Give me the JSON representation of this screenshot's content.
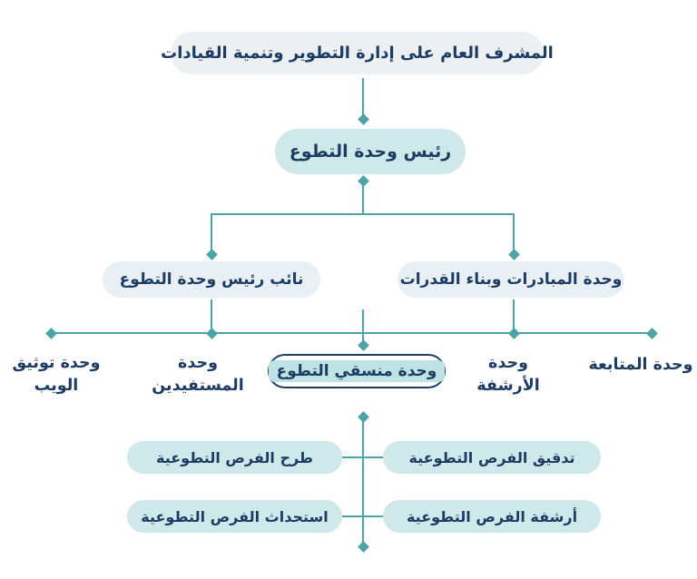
{
  "palette": {
    "background": "#ffffff",
    "text_navy": "#1d3c63",
    "connector_teal": "#4aa4a8",
    "pill_gray": "#edf0f3",
    "pill_teal": "#cfe8ea",
    "pill_light_blue": "#e9f0f5",
    "highlight_teal": "#bfe2e5"
  },
  "org_chart": {
    "level1": {
      "label": "المشرف العام على إدارة التطوير وتنمية القيادات"
    },
    "level2": {
      "label": "رئيس وحدة التطوع"
    },
    "level3": [
      {
        "id": "deputy-head",
        "label": "نائب رئيس وحدة التطوع"
      },
      {
        "id": "initiatives-unit",
        "label": "وحدة المبادرات وبناء القدرات"
      }
    ],
    "level4": [
      {
        "id": "web-documentation-unit",
        "label": "وحدة توثيق الويب"
      },
      {
        "id": "beneficiaries-unit",
        "label": "وحدة المستفيدين"
      },
      {
        "id": "volunteer-coordinators-unit",
        "label": "وحدة منسقي التطوع"
      },
      {
        "id": "archiving-unit",
        "label": "وحدة الأرشفة"
      },
      {
        "id": "follow-up-unit",
        "label": "وحدة المتابعة"
      }
    ],
    "tasks": [
      {
        "id": "audit-opportunities",
        "label": "تدقيق الفرص التطوعية"
      },
      {
        "id": "publish-opportunities",
        "label": "طرح الفرص التطوعية"
      },
      {
        "id": "archive-opportunities",
        "label": "أرشفة الفرص التطوعية"
      },
      {
        "id": "create-opportunities",
        "label": "استحداث الفرص التطوعية"
      }
    ]
  }
}
